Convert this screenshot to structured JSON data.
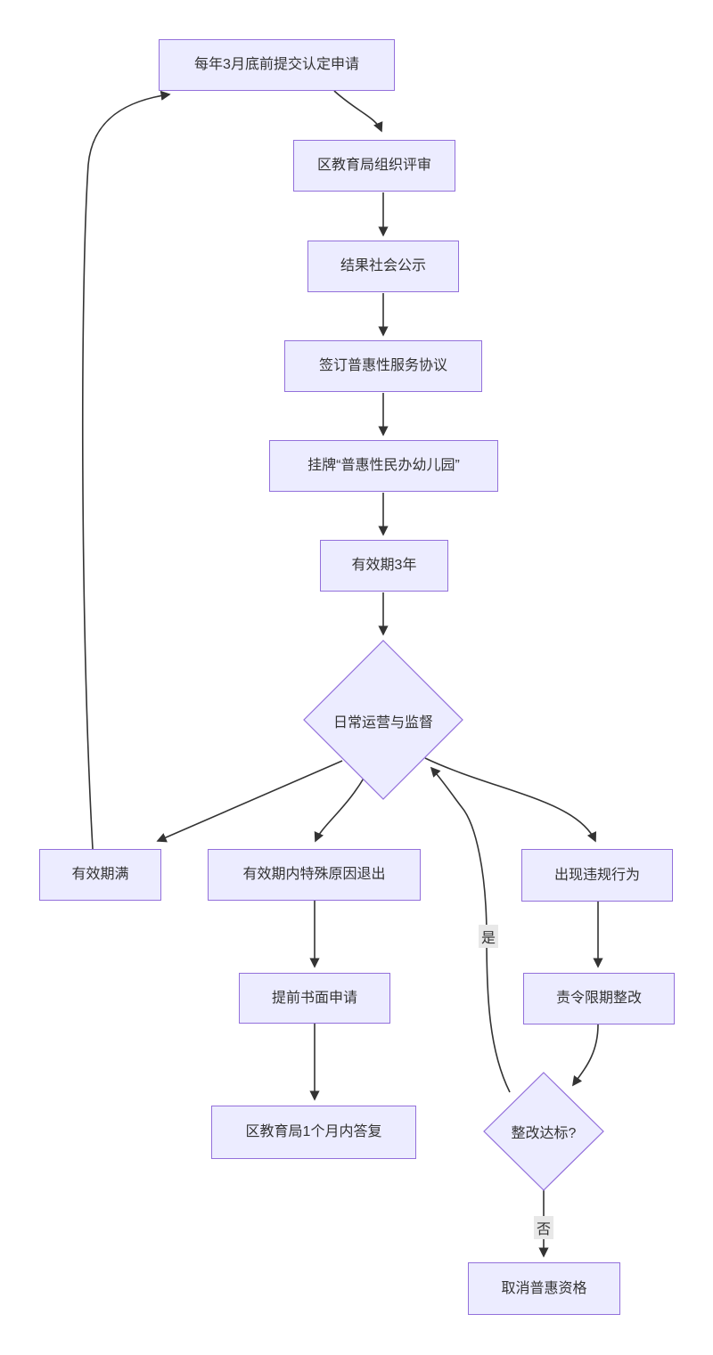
{
  "diagram_type": "flowchart",
  "nodes": {
    "apply": {
      "label": "每年3月底前提交认定申请",
      "shape": "rect"
    },
    "review": {
      "label": "区教育局组织评审",
      "shape": "rect"
    },
    "publicity": {
      "label": "结果社会公示",
      "shape": "rect"
    },
    "agreement": {
      "label": "签订普惠性服务协议",
      "shape": "rect"
    },
    "plaque": {
      "label": "挂牌“普惠性民办幼儿园”",
      "shape": "rect"
    },
    "validity": {
      "label": "有效期3年",
      "shape": "rect"
    },
    "operation": {
      "label": "日常运营与监督",
      "shape": "diamond"
    },
    "expire": {
      "label": "有效期满",
      "shape": "rect"
    },
    "exit": {
      "label": "有效期内特殊原因退出",
      "shape": "rect"
    },
    "violation": {
      "label": "出现违规行为",
      "shape": "rect"
    },
    "written_request": {
      "label": "提前书面申请",
      "shape": "rect"
    },
    "reply": {
      "label": "区教育局1个月内答复",
      "shape": "rect"
    },
    "rectify": {
      "label": "责令限期整改",
      "shape": "rect"
    },
    "rectify_check": {
      "label": "整改达标?",
      "shape": "diamond"
    },
    "cancel": {
      "label": "取消普惠资格",
      "shape": "rect"
    }
  },
  "edge_labels": {
    "yes": "是",
    "no": "否"
  },
  "edges": [
    {
      "from": "apply",
      "to": "review",
      "label": ""
    },
    {
      "from": "review",
      "to": "publicity",
      "label": ""
    },
    {
      "from": "publicity",
      "to": "agreement",
      "label": ""
    },
    {
      "from": "agreement",
      "to": "plaque",
      "label": ""
    },
    {
      "from": "plaque",
      "to": "validity",
      "label": ""
    },
    {
      "from": "validity",
      "to": "operation",
      "label": ""
    },
    {
      "from": "operation",
      "to": "expire",
      "label": ""
    },
    {
      "from": "operation",
      "to": "exit",
      "label": ""
    },
    {
      "from": "operation",
      "to": "violation",
      "label": ""
    },
    {
      "from": "expire",
      "to": "apply",
      "label": ""
    },
    {
      "from": "exit",
      "to": "written_request",
      "label": ""
    },
    {
      "from": "written_request",
      "to": "reply",
      "label": ""
    },
    {
      "from": "violation",
      "to": "rectify",
      "label": ""
    },
    {
      "from": "rectify",
      "to": "rectify_check",
      "label": ""
    },
    {
      "from": "rectify_check",
      "to": "operation",
      "label": "是"
    },
    {
      "from": "rectify_check",
      "to": "cancel",
      "label": "否"
    }
  ],
  "colors": {
    "node_fill": "#ECECFF",
    "node_border": "#9370DB",
    "edge": "#333333",
    "text": "#333333",
    "label_bg": "#e8e8e8"
  }
}
